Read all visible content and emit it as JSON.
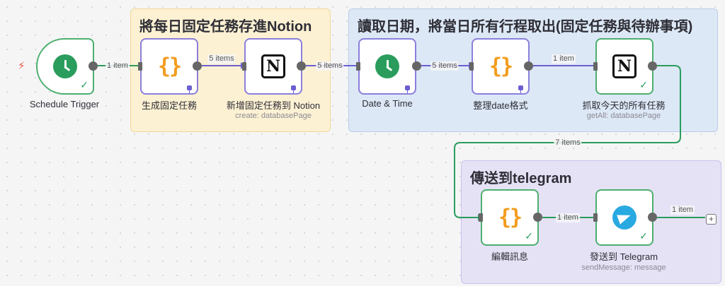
{
  "canvas": {
    "sticky_notes": [
      {
        "title": "將每日固定任務存進Notion",
        "color": "#fdf1d3"
      },
      {
        "title": "讀取日期，將當日所有行程取出(固定任務與待辦事項)",
        "color": "#dde8f6"
      },
      {
        "title": "傳送到telegram",
        "color": "#e6e2f6"
      }
    ],
    "nodes": [
      {
        "name": "Schedule Trigger",
        "icon": "clock-icon",
        "status": "success"
      },
      {
        "name": "生成固定任務",
        "icon": "code-braces-icon",
        "pinned": true
      },
      {
        "name": "新增固定任務到 Notion",
        "subtitle": "create: databasePage",
        "icon": "notion-icon",
        "pinned": true
      },
      {
        "name": "Date & Time",
        "icon": "clock-icon",
        "pinned": true
      },
      {
        "name": "整理date格式",
        "icon": "code-braces-icon",
        "pinned": true
      },
      {
        "name": "抓取今天的所有任務",
        "subtitle": "getAll: databasePage",
        "icon": "notion-icon",
        "status": "success"
      },
      {
        "name": "編輯訊息",
        "icon": "code-braces-icon",
        "status": "success"
      },
      {
        "name": "發送到 Telegram",
        "subtitle": "sendMessage: message",
        "icon": "telegram-icon",
        "status": "success"
      }
    ],
    "connections": [
      {
        "label": "1 item"
      },
      {
        "label": "5 items"
      },
      {
        "label": "5 items"
      },
      {
        "label": "5 items"
      },
      {
        "label": "1 item"
      },
      {
        "label": "7 items"
      },
      {
        "label": "1 item"
      },
      {
        "label": "1 item"
      }
    ],
    "icons": {
      "braces_text": "{}",
      "notion_letter": "N",
      "check_mark": "✓",
      "bolt": "⚡",
      "plus": "+"
    },
    "colors": {
      "accent": "#8b7fdc",
      "success": "#4caf6e",
      "braces": "#f39c1f",
      "telegram": "#29a9e1"
    }
  }
}
